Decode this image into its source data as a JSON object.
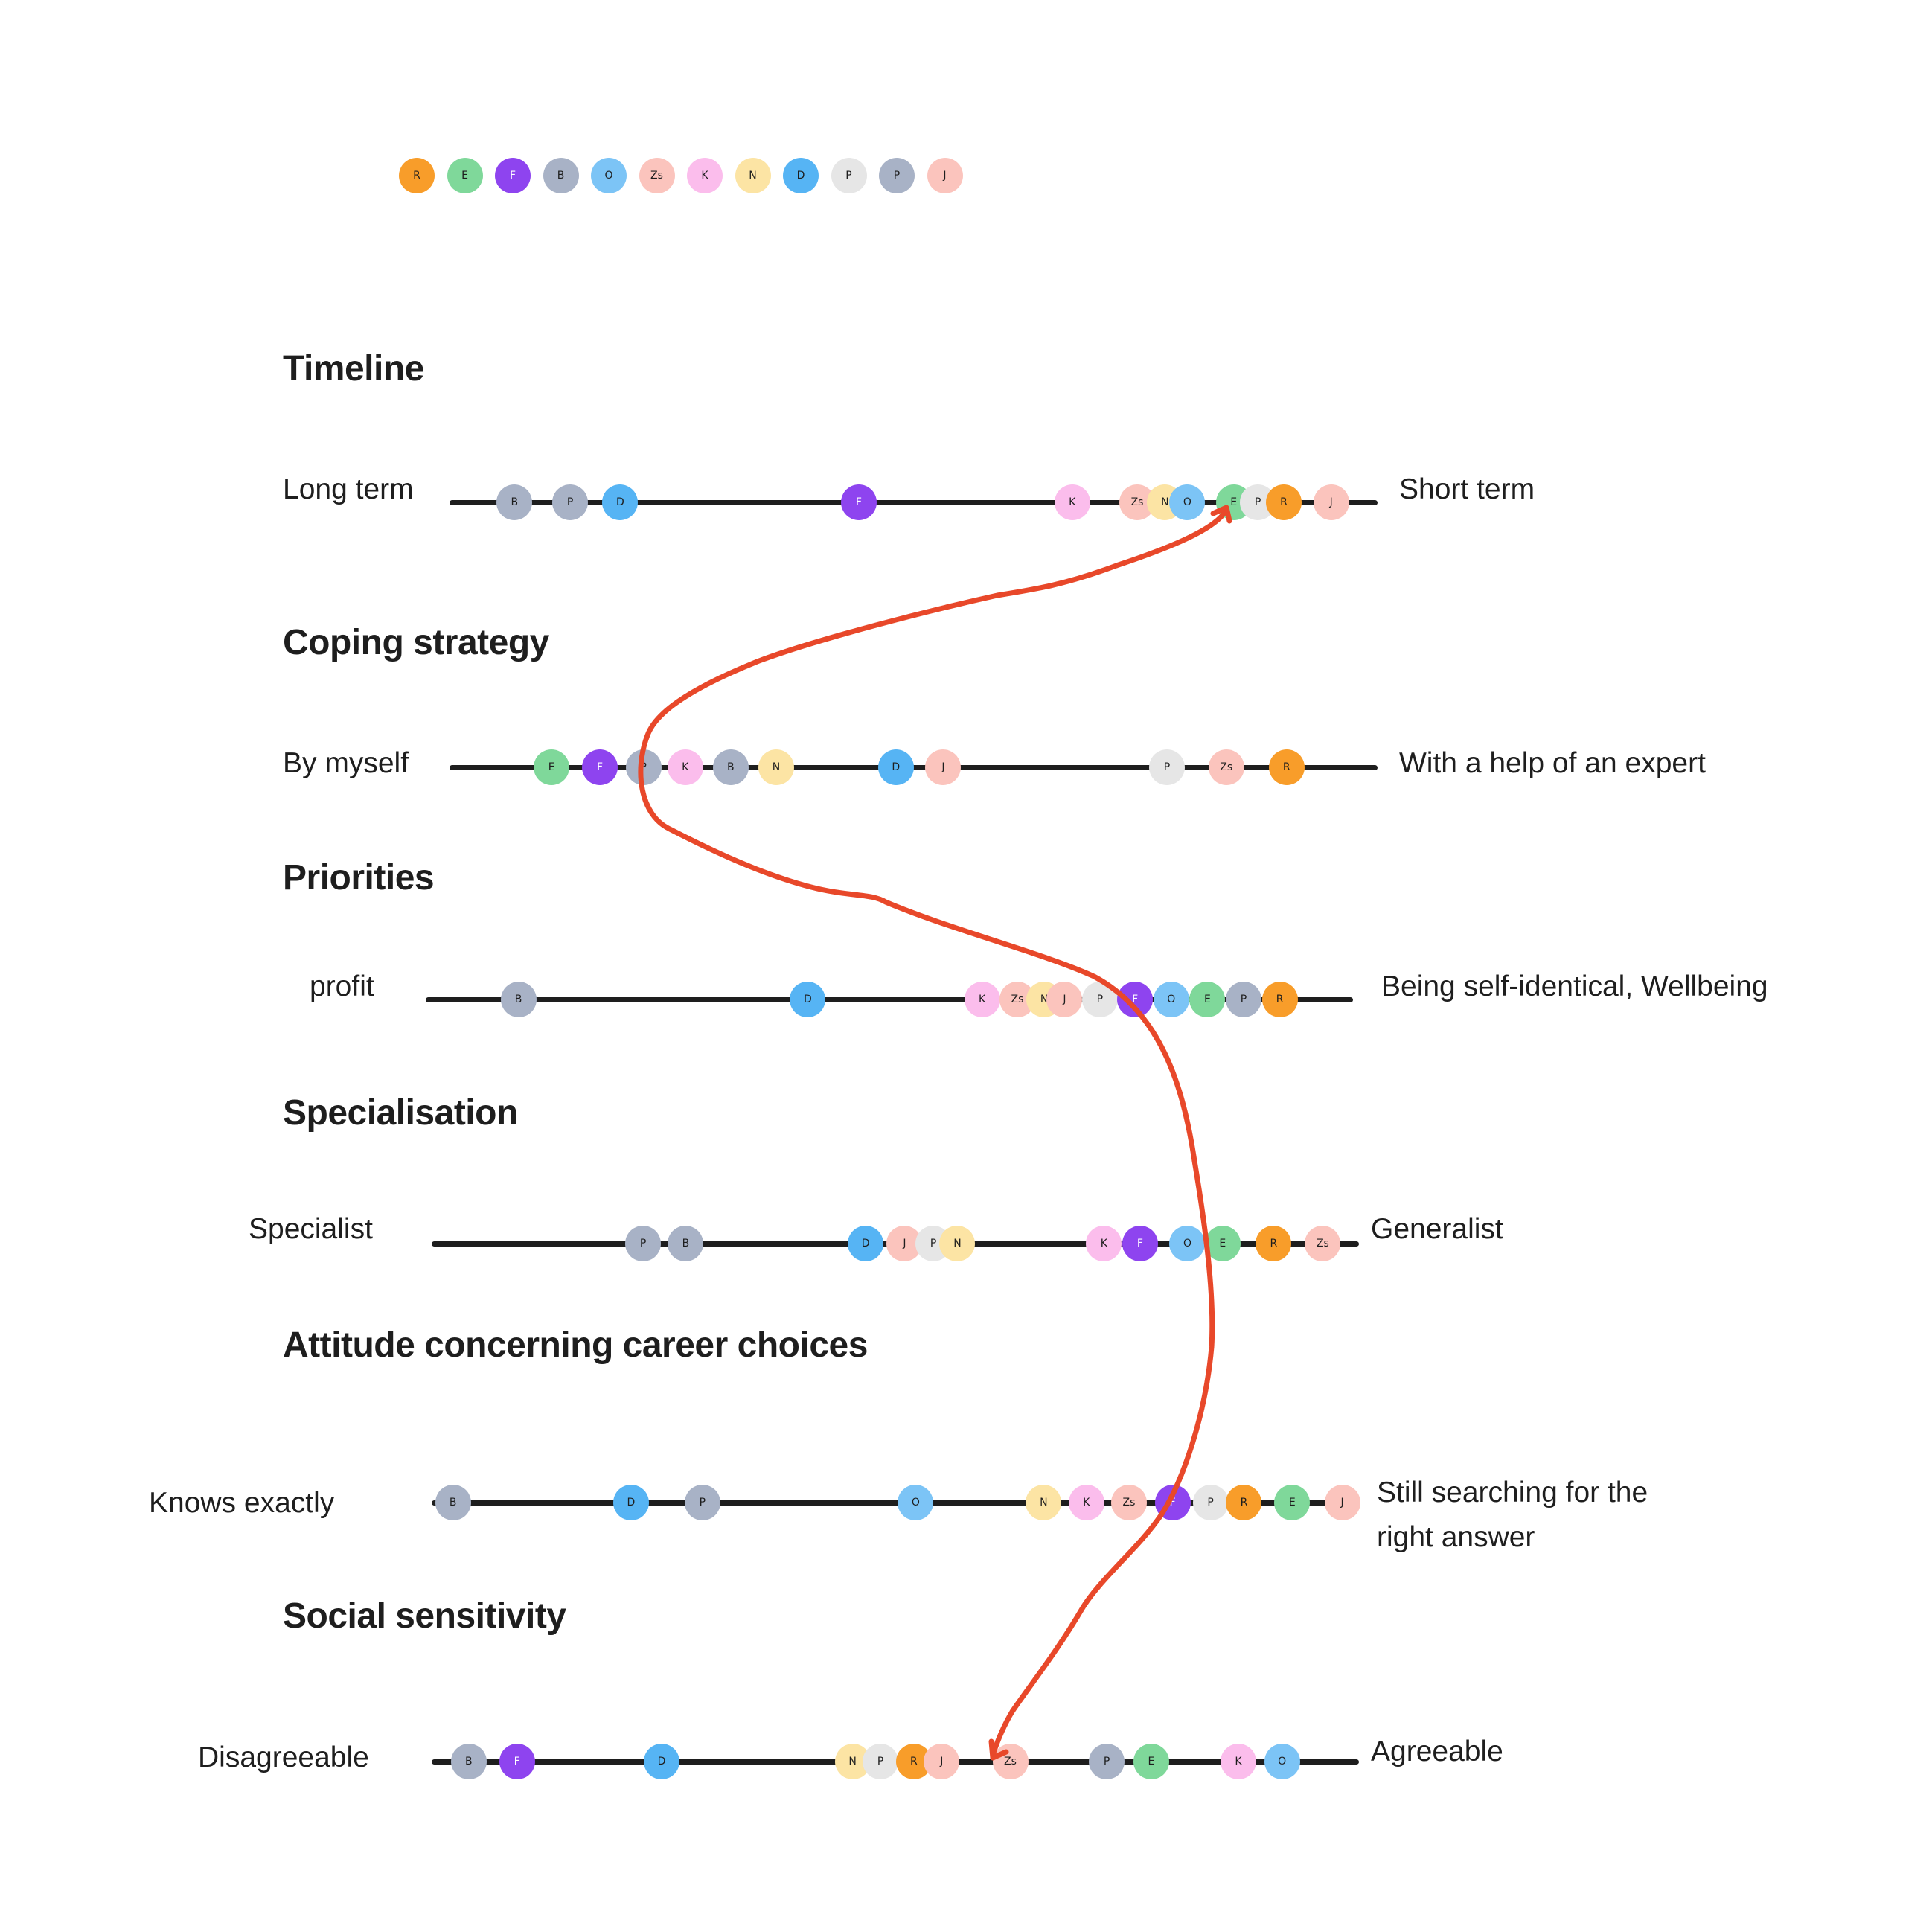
{
  "legend": [
    {
      "initial": "R",
      "color": "#f89d2a"
    },
    {
      "initial": "E",
      "color": "#7fd89a"
    },
    {
      "initial": "F",
      "color": "#8e44ef",
      "dark": true
    },
    {
      "initial": "B",
      "color": "#a8b2c6"
    },
    {
      "initial": "O",
      "color": "#7cc4f6"
    },
    {
      "initial": "Zs",
      "color": "#fbc4bd"
    },
    {
      "initial": "K",
      "color": "#fbbdec"
    },
    {
      "initial": "N",
      "color": "#fce4a4"
    },
    {
      "initial": "D",
      "color": "#56b4f4"
    },
    {
      "initial": "P",
      "color": "#e6e6e6"
    },
    {
      "initial": "P",
      "color": "#a8b2c6"
    },
    {
      "initial": "J",
      "color": "#fbc4bd"
    }
  ],
  "scales": [
    {
      "title": "Timeline",
      "left_label": "Long term",
      "right_label": "Short term",
      "markers": [
        {
          "initial": "B",
          "color": "#a8b2c6",
          "position": 0.07
        },
        {
          "initial": "P",
          "color": "#a8b2c6",
          "position": 0.13
        },
        {
          "initial": "D",
          "color": "#56b4f4",
          "position": 0.184
        },
        {
          "initial": "F",
          "color": "#8e44ef",
          "position": 0.441,
          "dark": true
        },
        {
          "initial": "K",
          "color": "#fbbdec",
          "position": 0.671
        },
        {
          "initial": "Zs",
          "color": "#fbc4bd",
          "position": 0.741
        },
        {
          "initial": "N",
          "color": "#fce4a4",
          "position": 0.771
        },
        {
          "initial": "O",
          "color": "#7cc4f6",
          "position": 0.795
        },
        {
          "initial": "E",
          "color": "#7fd89a",
          "position": 0.845
        },
        {
          "initial": "P",
          "color": "#e6e6e6",
          "position": 0.871
        },
        {
          "initial": "R",
          "color": "#f89d2a",
          "position": 0.899
        },
        {
          "initial": "J",
          "color": "#fbc4bd",
          "position": 0.95
        }
      ]
    },
    {
      "title": "Coping strategy",
      "left_label": "By myself",
      "right_label": "With a help of an expert",
      "markers": [
        {
          "initial": "E",
          "color": "#7fd89a",
          "position": 0.11
        },
        {
          "initial": "F",
          "color": "#8e44ef",
          "position": 0.162,
          "dark": true
        },
        {
          "initial": "P",
          "color": "#a8b2c6",
          "position": 0.209
        },
        {
          "initial": "K",
          "color": "#fbbdec",
          "position": 0.254
        },
        {
          "initial": "B",
          "color": "#a8b2c6",
          "position": 0.303
        },
        {
          "initial": "N",
          "color": "#fce4a4",
          "position": 0.352
        },
        {
          "initial": "D",
          "color": "#56b4f4",
          "position": 0.481
        },
        {
          "initial": "J",
          "color": "#fbc4bd",
          "position": 0.532
        },
        {
          "initial": "P",
          "color": "#e6e6e6",
          "position": 0.773
        },
        {
          "initial": "Zs",
          "color": "#fbc4bd",
          "position": 0.837
        },
        {
          "initial": "R",
          "color": "#f89d2a",
          "position": 0.902
        }
      ]
    },
    {
      "title": "Priorities",
      "left_label": "profit",
      "right_label": "Being self-identical, Wellbeing",
      "markers": [
        {
          "initial": "B",
          "color": "#a8b2c6",
          "position": 0.1
        },
        {
          "initial": "D",
          "color": "#56b4f4",
          "position": 0.412
        },
        {
          "initial": "K",
          "color": "#fbbdec",
          "position": 0.6
        },
        {
          "initial": "Zs",
          "color": "#fbc4bd",
          "position": 0.638
        },
        {
          "initial": "N",
          "color": "#fce4a4",
          "position": 0.667
        },
        {
          "initial": "J",
          "color": "#fbc4bd",
          "position": 0.689
        },
        {
          "initial": "P",
          "color": "#e6e6e6",
          "position": 0.727
        },
        {
          "initial": "F",
          "color": "#8e44ef",
          "position": 0.765,
          "dark": true
        },
        {
          "initial": "O",
          "color": "#7cc4f6",
          "position": 0.804
        },
        {
          "initial": "E",
          "color": "#7fd89a",
          "position": 0.843
        },
        {
          "initial": "P",
          "color": "#a8b2c6",
          "position": 0.882
        },
        {
          "initial": "R",
          "color": "#f89d2a",
          "position": 0.921
        }
      ]
    },
    {
      "title": "Specialisation",
      "left_label": "Specialist",
      "right_label": "Generalist",
      "markers": [
        {
          "initial": "P",
          "color": "#a8b2c6",
          "position": 0.228
        },
        {
          "initial": "B",
          "color": "#a8b2c6",
          "position": 0.274
        },
        {
          "initial": "D",
          "color": "#56b4f4",
          "position": 0.468
        },
        {
          "initial": "J",
          "color": "#fbc4bd",
          "position": 0.51
        },
        {
          "initial": "P",
          "color": "#e6e6e6",
          "position": 0.541
        },
        {
          "initial": "N",
          "color": "#fce4a4",
          "position": 0.567
        },
        {
          "initial": "K",
          "color": "#fbbdec",
          "position": 0.725
        },
        {
          "initial": "F",
          "color": "#8e44ef",
          "position": 0.764,
          "dark": true
        },
        {
          "initial": "O",
          "color": "#7cc4f6",
          "position": 0.815
        },
        {
          "initial": "E",
          "color": "#7fd89a",
          "position": 0.853
        },
        {
          "initial": "R",
          "color": "#f89d2a",
          "position": 0.908
        },
        {
          "initial": "Zs",
          "color": "#fbc4bd",
          "position": 0.961
        }
      ]
    },
    {
      "title": "Attitude concerning career choices",
      "left_label": "Knows exactly",
      "right_label": [
        "Still searching for the",
        "right answer"
      ],
      "markers": [
        {
          "initial": "B",
          "color": "#a8b2c6",
          "position": 0.023
        },
        {
          "initial": "D",
          "color": "#56b4f4",
          "position": 0.215
        },
        {
          "initial": "P",
          "color": "#a8b2c6",
          "position": 0.292
        },
        {
          "initial": "O",
          "color": "#7cc4f6",
          "position": 0.522
        },
        {
          "initial": "N",
          "color": "#fce4a4",
          "position": 0.66
        },
        {
          "initial": "K",
          "color": "#fbbdec",
          "position": 0.706
        },
        {
          "initial": "Zs",
          "color": "#fbc4bd",
          "position": 0.752
        },
        {
          "initial": "F",
          "color": "#8e44ef",
          "position": 0.799,
          "dark": true
        },
        {
          "initial": "P",
          "color": "#e6e6e6",
          "position": 0.84
        },
        {
          "initial": "R",
          "color": "#f89d2a",
          "position": 0.876
        },
        {
          "initial": "E",
          "color": "#7fd89a",
          "position": 0.928
        },
        {
          "initial": "J",
          "color": "#fbc4bd",
          "position": 0.982
        }
      ]
    },
    {
      "title": "Social sensitivity",
      "left_label": "Disagreeable",
      "right_label": "Agreeable",
      "markers": [
        {
          "initial": "B",
          "color": "#a8b2c6",
          "position": 0.04
        },
        {
          "initial": "F",
          "color": "#8e44ef",
          "position": 0.092,
          "dark": true
        },
        {
          "initial": "D",
          "color": "#56b4f4",
          "position": 0.248
        },
        {
          "initial": "N",
          "color": "#fce4a4",
          "position": 0.454
        },
        {
          "initial": "P",
          "color": "#e6e6e6",
          "position": 0.484
        },
        {
          "initial": "R",
          "color": "#f89d2a",
          "position": 0.52
        },
        {
          "initial": "J",
          "color": "#fbc4bd",
          "position": 0.55
        },
        {
          "initial": "Zs",
          "color": "#fbc4bd",
          "position": 0.624
        },
        {
          "initial": "P",
          "color": "#a8b2c6",
          "position": 0.728
        },
        {
          "initial": "E",
          "color": "#7fd89a",
          "position": 0.776
        },
        {
          "initial": "K",
          "color": "#fbbdec",
          "position": 0.87
        },
        {
          "initial": "O",
          "color": "#7cc4f6",
          "position": 0.917
        }
      ]
    }
  ],
  "annotation": {
    "color": "#e8482a",
    "description": "hand-drawn connector arrow"
  }
}
